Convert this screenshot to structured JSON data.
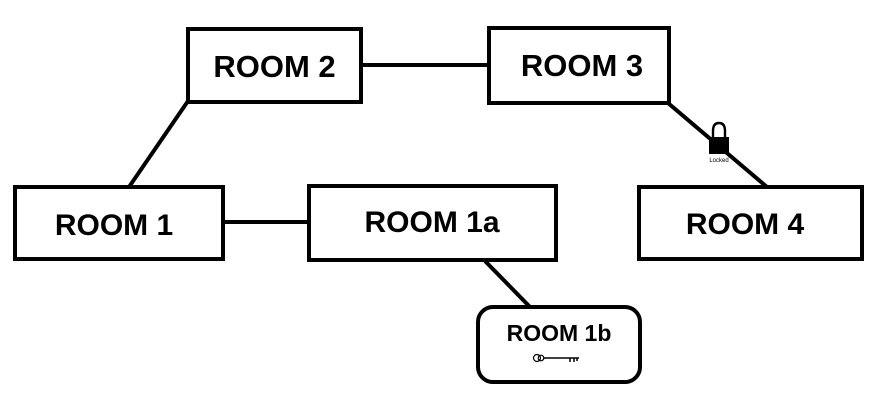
{
  "rooms": {
    "room1": "ROOM 1",
    "room1a": "ROOM 1a",
    "room1b": "ROOM 1b",
    "room2": "ROOM 2",
    "room3": "ROOM 3",
    "room4": "ROOM 4"
  },
  "connections": [
    {
      "from": "ROOM 1",
      "to": "ROOM 2"
    },
    {
      "from": "ROOM 2",
      "to": "ROOM 3"
    },
    {
      "from": "ROOM 1",
      "to": "ROOM 1a"
    },
    {
      "from": "ROOM 1a",
      "to": "ROOM 1b"
    },
    {
      "from": "ROOM 3",
      "to": "ROOM 4",
      "locked": true
    }
  ],
  "lock": {
    "label": "Locked",
    "icon": "padlock-icon"
  },
  "key": {
    "icon": "key-icon"
  },
  "colors": {
    "stroke": "#000000",
    "background": "#ffffff"
  }
}
